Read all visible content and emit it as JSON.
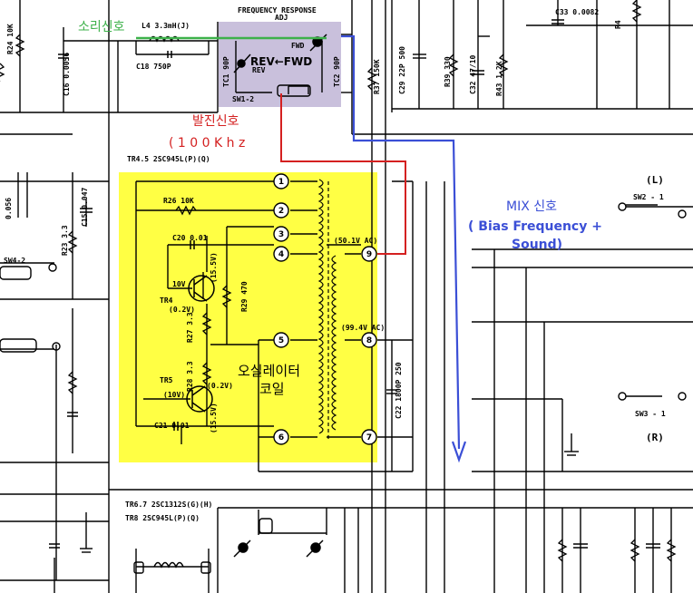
{
  "colors": {
    "green": "#3db14a",
    "blue": "#3b4fd6",
    "red": "#d42020",
    "yellow": "#ffff44",
    "lavender": "#c9c0dc",
    "ink": "#000000"
  },
  "annotations": {
    "sound_signal": "소리신호",
    "osc_signal": "발진신호",
    "osc_freq": "( 1 0 0 K h z",
    "mix_signal": "MIX 신호",
    "mix_detail_1": "( Bias Frequency +",
    "mix_detail_2": "Sound)",
    "osc_coil_1": "오실레이터",
    "osc_coil_2": "코일"
  },
  "labels": {
    "freq_resp_1": "FREQUENCY RESPONSE",
    "freq_resp_2": "ADJ",
    "l4": "L4 3.3mH(J)",
    "c18": "C18 750P",
    "c16": "C16 0.0056",
    "r24": "R24 10K",
    "tc1": "TC1 90P",
    "tc2": "TC2 90P",
    "fwd": "FWD",
    "rev": "REV",
    "rev_fwd": "REV←FWD",
    "sw1_2": "SW1-2",
    "r37": "R37 150K",
    "c29": "C29 22P 500",
    "r39": "R39 330",
    "c32": "C32 47/10",
    "r43": "R43 1.2K",
    "c33": "C33 0.0082",
    "r4": "R4",
    "tr45": "TR4.5  2SC945L(P)(Q)",
    "r26": "R26 10K",
    "c20": "C20 0.01",
    "c21": "C21 0.01",
    "tr4": "TR4",
    "tr5": "TR5",
    "r27": "R27 3.3",
    "r28": "R28 3.3",
    "r29": "R29 470",
    "v10": "10V",
    "v02": "(0.2V)",
    "v155": "(15.5V)",
    "v02b": "(0.2V)",
    "v10b": "(10V)",
    "v155b": "(15.5V)",
    "ac1": "(50.1V AC)",
    "ac2": "(99.4V AC)",
    "c22": "C22 1800P 250",
    "c15": "C15 0.047",
    "r23": "R23 3.3",
    "c056": "0.056",
    "sw4_2": "SW4-2",
    "sw2_1": "SW2 - 1",
    "l_mark": "(L)",
    "r_mark": "(R)",
    "sw3_1": "SW3 - 1",
    "tr67": "TR6.7  2SC1312S(G)(H)",
    "tr8": "TR8    2SC945L(P)(Q)",
    "pin1": "1",
    "pin2": "2",
    "pin3": "3",
    "pin4": "4",
    "pin5": "5",
    "pin6": "6",
    "pin7": "7",
    "pin8": "8",
    "pin9": "9"
  }
}
